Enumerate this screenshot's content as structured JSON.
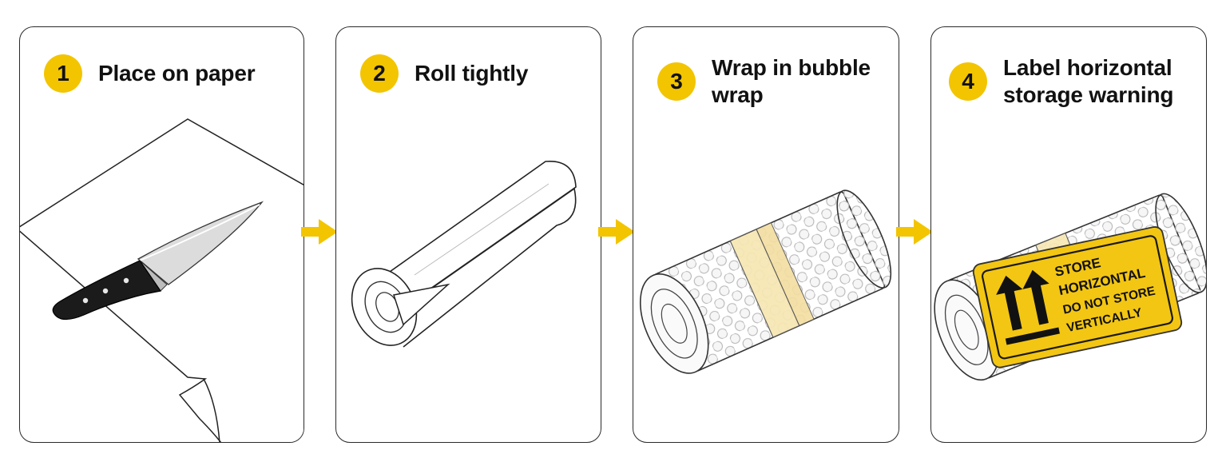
{
  "colors": {
    "accent": "#f2c500",
    "outline": "#2a2a2a",
    "label_bg": "#f3c613"
  },
  "steps": [
    {
      "number": "1",
      "title": "Place on paper",
      "illustration": "knife-on-paper"
    },
    {
      "number": "2",
      "title": "Roll tightly",
      "illustration": "rolled-paper"
    },
    {
      "number": "3",
      "title": "Wrap in bubble wrap",
      "illustration": "bubble-wrapped-roll"
    },
    {
      "number": "4",
      "title": "Label horizontal storage warning",
      "illustration": "labeled-bundle"
    }
  ],
  "label": {
    "lines": [
      "STORE",
      "HORIZONTAL",
      "DO NOT STORE",
      "VERTICALLY"
    ],
    "icon": "this-way-up-arrows-icon"
  }
}
